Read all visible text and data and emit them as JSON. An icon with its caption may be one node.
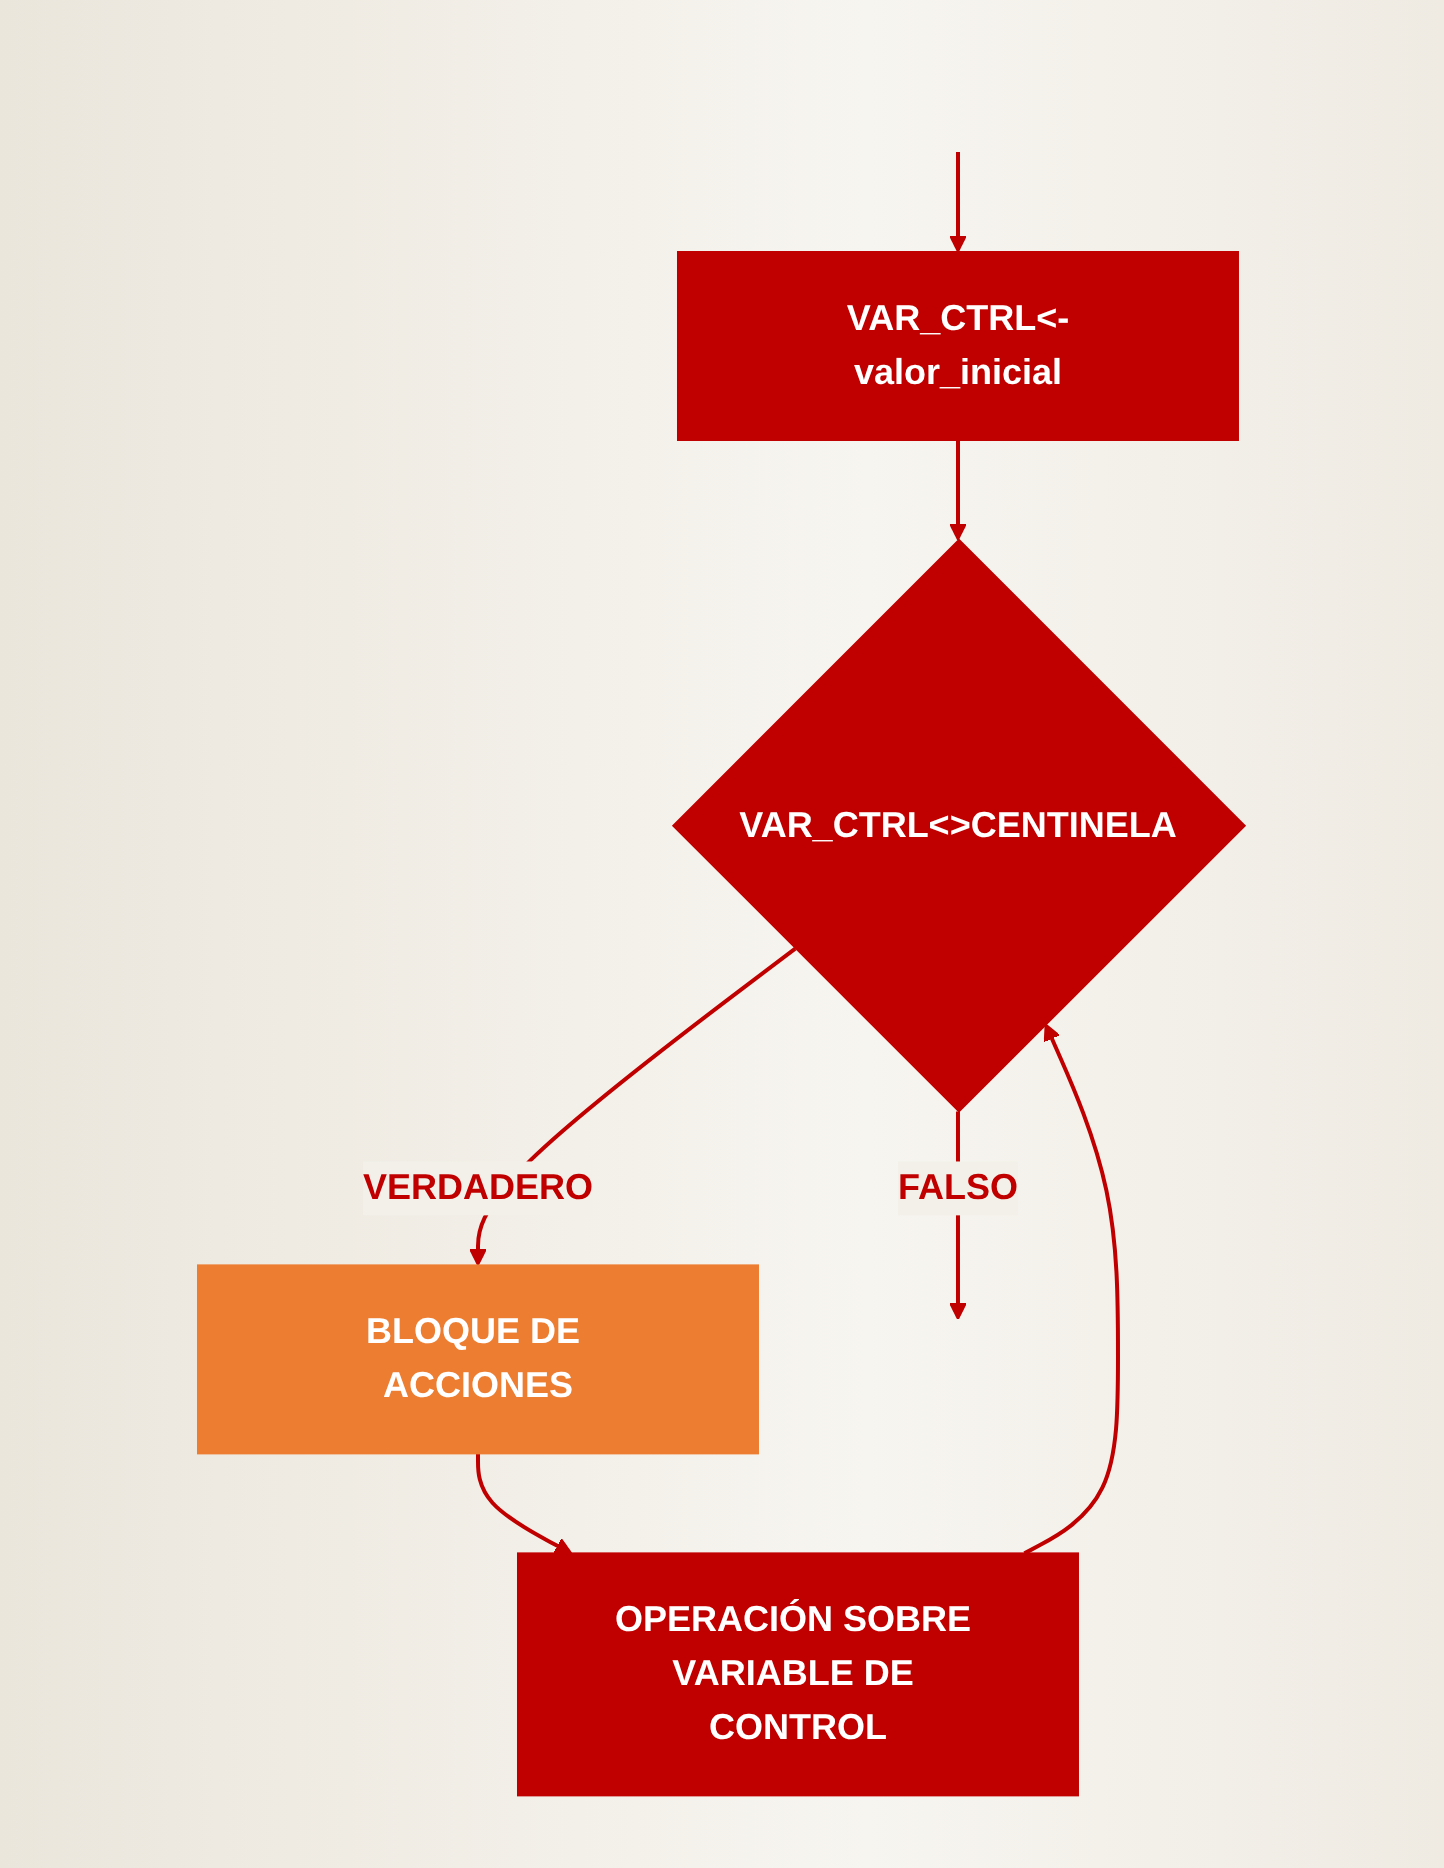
{
  "diagram": {
    "nodes": [
      {
        "text": [
          "VAR_CTRL<-valor_inicial"
        ]
      },
      {
        "text": [
          "VAR_CTRL<>CENTINELA"
        ]
      },
      {
        "text": [
          "BLOQUE DE ACCIONES"
        ]
      },
      {
        "text": [
          "OPERACIÓN SOBRE VARIABLE DE CONTROL"
        ]
      }
    ],
    "edges": [
      {
        "from": null,
        "to": 0,
        "arrow": "to"
      },
      {
        "from": 0,
        "to": 1,
        "arrow": "to"
      },
      {
        "from": 1,
        "to": 2,
        "arrow": "to",
        "label": "VERDADERO"
      },
      {
        "from": 2,
        "to": 3,
        "arrow": "to"
      },
      {
        "from": 3,
        "to": 1,
        "arrow": "to"
      },
      {
        "from": 1,
        "to": null,
        "arrow": "to",
        "label": "FALSO"
      }
    ]
  }
}
